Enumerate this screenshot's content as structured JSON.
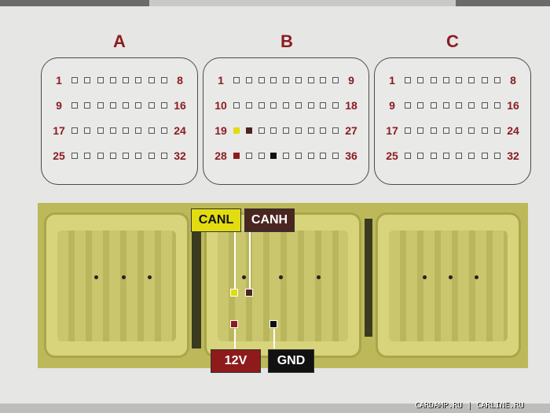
{
  "connectors": [
    {
      "name": "A",
      "rows": [
        [
          1,
          8
        ],
        [
          9,
          16
        ],
        [
          17,
          24
        ],
        [
          25,
          32
        ]
      ],
      "pins_per_row": 8
    },
    {
      "name": "B",
      "rows": [
        [
          1,
          9
        ],
        [
          10,
          18
        ],
        [
          19,
          27
        ],
        [
          28,
          36
        ]
      ],
      "pins_per_row": 9
    },
    {
      "name": "C",
      "rows": [
        [
          1,
          8
        ],
        [
          9,
          16
        ],
        [
          17,
          24
        ],
        [
          25,
          32
        ]
      ],
      "pins_per_row": 8
    }
  ],
  "signals": [
    {
      "label": "CANL",
      "connector": "B",
      "pin": 19,
      "color": "#e2dc10",
      "text_color": "#111111"
    },
    {
      "label": "CANH",
      "connector": "B",
      "pin": 20,
      "color": "#4a2620",
      "text_color": "#ffffff"
    },
    {
      "label": "12V",
      "connector": "B",
      "pin": 28,
      "color": "#8e1a1c",
      "text_color": "#ffffff"
    },
    {
      "label": "GND",
      "connector": "B",
      "pin": 31,
      "color": "#111111",
      "text_color": "#ffffff"
    }
  ],
  "watermark": "CARDAMP.RU | CARLINE.RU"
}
